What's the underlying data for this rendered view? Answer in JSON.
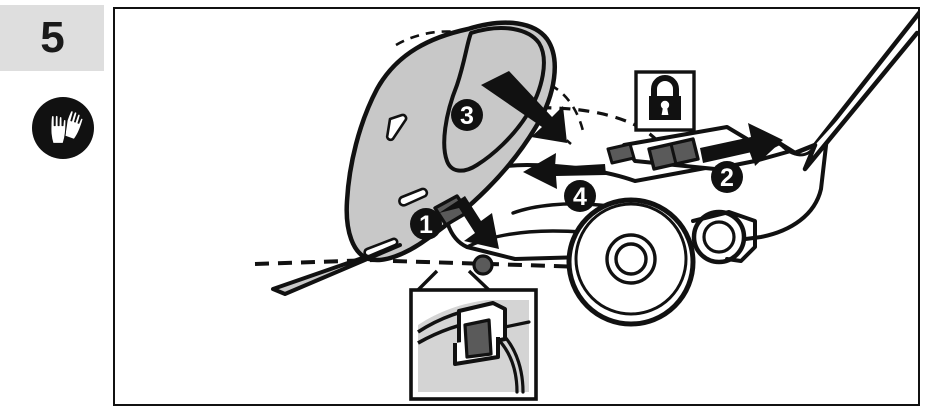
{
  "step": {
    "number": "5",
    "badge_bg": "#dedede"
  },
  "safety_icon": {
    "name": "protective-gloves-icon",
    "description": "wear protective gloves",
    "bg": "#111111",
    "glove_fill": "#ffffff"
  },
  "panel": {
    "border_color": "#111111",
    "background": "#ffffff"
  },
  "illustration": {
    "title": "lawn edger guard attachment",
    "guard_fill": "#c8c8c8",
    "outline": "#111111",
    "latch_fill": "#5a5a5a",
    "callouts": [
      {
        "id": "1",
        "label": "❶",
        "number": "1",
        "direction": "down-right",
        "target": "locking-pin"
      },
      {
        "id": "2",
        "label": "❷",
        "number": "2",
        "direction": "right",
        "target": "slide-latch-forward"
      },
      {
        "id": "3",
        "label": "❸",
        "number": "3",
        "direction": "down-right",
        "target": "rotate-guard-down"
      },
      {
        "id": "4",
        "label": "❹",
        "number": "4",
        "direction": "left",
        "target": "slide-latch-back"
      }
    ],
    "lock_symbol": {
      "name": "padlock-closed-icon",
      "state": "locked",
      "border": "#111111",
      "fill": "#111111"
    },
    "detail_inset": {
      "name": "pin-engagement-detail",
      "border": "#111111",
      "pin_fill": "#555555",
      "body_fill": "#d4d4d4"
    }
  }
}
